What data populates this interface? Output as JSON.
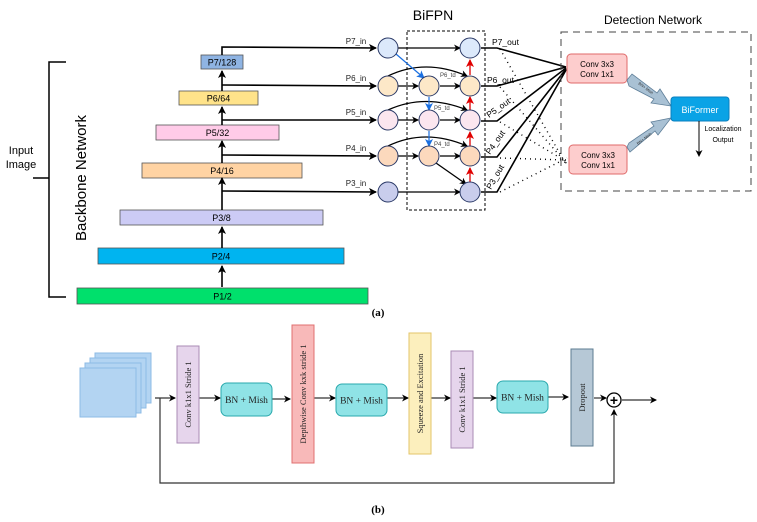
{
  "figure_a": {
    "caption": "(a)",
    "input_label_line1": "Input",
    "input_label_line2": "Image",
    "backbone_title": "Backbone Network",
    "backbone_levels": [
      {
        "label": "P7/128",
        "color": "#8fb4e3"
      },
      {
        "label": "P6/64",
        "color": "#ffe38a"
      },
      {
        "label": "P5/32",
        "color": "#ffcbe8"
      },
      {
        "label": "P4/16",
        "color": "#ffd3a3"
      },
      {
        "label": "P3/8",
        "color": "#cccbf5"
      },
      {
        "label": "P2/4",
        "color": "#00b4f0"
      },
      {
        "label": "P1/2",
        "color": "#00e06c"
      }
    ],
    "bifpn_title": "BiFPN",
    "inputs": [
      "P7_in",
      "P6_in",
      "P5_in",
      "P4_in",
      "P3_in"
    ],
    "td_labels": [
      "P6_td",
      "P5_td",
      "P4_td"
    ],
    "outputs": [
      "P7_out",
      "P6_out",
      "P5_out",
      "P4_out",
      "P3_out"
    ],
    "node_colors": [
      "#dce9fb",
      "#fde8c8",
      "#fbe6ef",
      "#fcd9bd",
      "#c9cdec"
    ],
    "detection_title": "Detection Network",
    "conv_top_line1": "Conv 3x3",
    "conv_top_line2": "Conv 1x1",
    "conv_bottom_line1": "Conv 3x3",
    "conv_bottom_line2": "Conv 1x1",
    "arrow_label_top": "BN+ Mish",
    "arrow_label_bottom": "BN+ Mish",
    "biformer_label": "BiFormer",
    "output_label_line1": "Localization",
    "output_label_line2": "Output"
  },
  "figure_b": {
    "caption": "(b)",
    "blocks": [
      {
        "label": "Conv k1x1 Stride 1",
        "type": "vertical",
        "color": "#e6d5ec"
      },
      {
        "label": "BN + Mish",
        "type": "rounded",
        "color": "#8fe3e6"
      },
      {
        "label": "Depthwise Conv kxk stride 1",
        "type": "vertical",
        "color": "#f8b9b9"
      },
      {
        "label": "BN + Mish",
        "type": "rounded",
        "color": "#8fe3e6"
      },
      {
        "label": "Squeeze and Excitation",
        "type": "vertical",
        "color": "#fcefbd"
      },
      {
        "label": "Conv k1x1 Stride 1",
        "type": "vertical",
        "color": "#e6d5ec"
      },
      {
        "label": "BN + Mish",
        "type": "rounded",
        "color": "#8fe3e6"
      },
      {
        "label": "Dropout",
        "type": "vertical",
        "color": "#b6c8d6"
      }
    ],
    "sum_symbol": "+"
  }
}
